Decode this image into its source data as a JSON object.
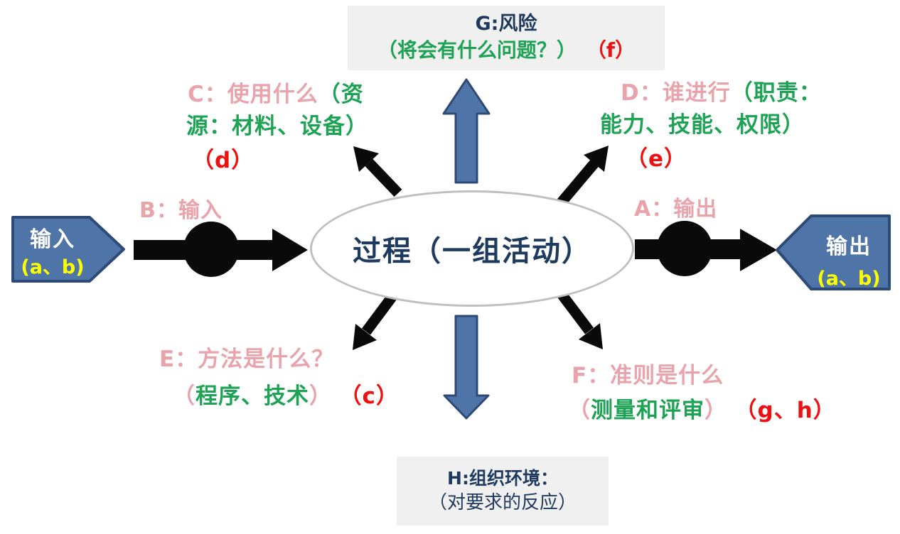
{
  "colors": {
    "pink": "#E9A3AB",
    "green": "#1EA355",
    "red": "#EE1111",
    "navy": "#1F3A5F",
    "yellow": "#FFFF00",
    "white": "#FFFFFF",
    "shape_blue": "#4F74A8",
    "shape_blue_border": "#2E4A76",
    "box_gray": "#F0F0F0",
    "ellipse_border": "#BFBFBF",
    "arrow_black": "#0A0A0A"
  },
  "top_box": {
    "title_prefix": "G:",
    "title": "风险",
    "question": "（将会有什么问题？）",
    "ref": "（f）"
  },
  "bottom_box": {
    "title": "H:组织环境：",
    "subtitle": "（对要求的反应）"
  },
  "center": {
    "label": "过程（一组活动）"
  },
  "input_shape": {
    "label": "输入",
    "ref": "(a、b)"
  },
  "output_shape": {
    "label": "输出",
    "ref": "(a、b)"
  },
  "labels": {
    "a": {
      "text": "A：输出"
    },
    "b": {
      "text": "B：输入"
    },
    "c": {
      "line1_pink": "C：使用什么",
      "line1_green": "（资",
      "line2": "源：材料、设备）",
      "ref": "（d）"
    },
    "d": {
      "line1_pink": "D：谁进行",
      "line1_green": "（职责：",
      "line2": "能力、技能、权限）",
      "ref": "（e）"
    },
    "e": {
      "line1": "E：方法是什么？",
      "paren_open": "（",
      "inner": "程序、技术",
      "paren_close": "）",
      "ref": "（c）"
    },
    "f": {
      "line1": "F：准则是什么",
      "paren_open": "（",
      "inner": "测量和评审",
      "paren_close": "）",
      "ref": "（g、h）"
    }
  }
}
